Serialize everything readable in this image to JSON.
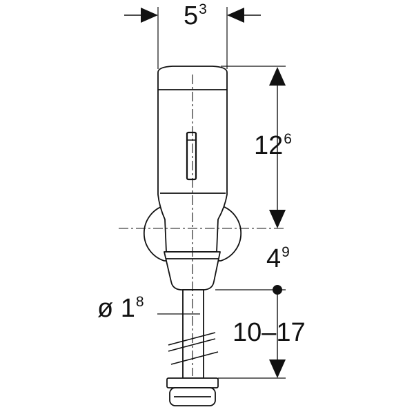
{
  "dimensions": {
    "width": {
      "main": "5",
      "sup": "3"
    },
    "height": {
      "main": "12",
      "sup": "6"
    },
    "depth": {
      "main": "4",
      "sup": "9"
    },
    "diameter": {
      "prefix": "ø",
      "main": "1",
      "sup": "8"
    },
    "range": {
      "text": "10–17"
    }
  },
  "colors": {
    "line": "#111111",
    "fill": "#ffffff"
  }
}
